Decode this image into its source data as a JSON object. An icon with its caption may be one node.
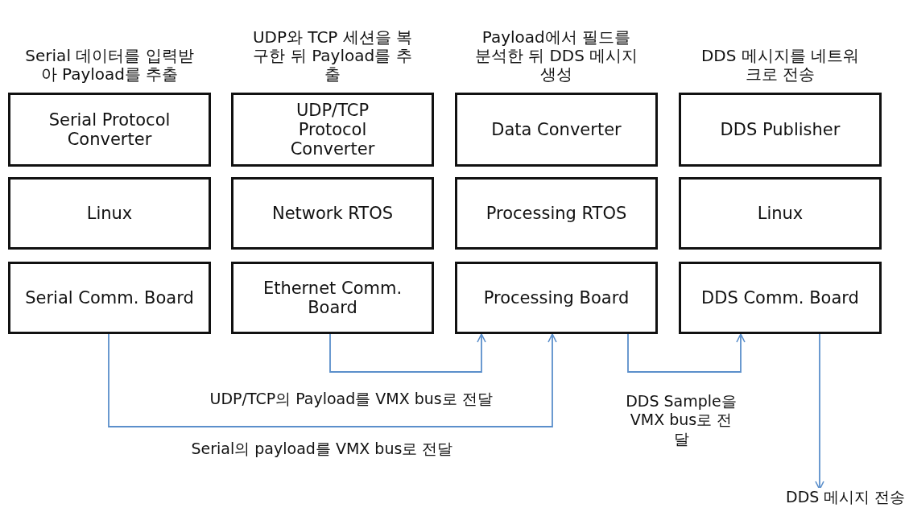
{
  "diagram": {
    "nodes": [
      {
        "text": [
          "Serial Protocol Converter"
        ]
      },
      {
        "text": [
          "UDP/TCP Protocol Converter"
        ]
      },
      {
        "text": [
          "Data Converter"
        ]
      },
      {
        "text": [
          "DDS Publisher"
        ]
      },
      {
        "text": [
          "Linux"
        ]
      },
      {
        "text": [
          "Network RTOS"
        ]
      },
      {
        "text": [
          "Processing RTOS"
        ]
      },
      {
        "text": [
          "Linux"
        ]
      },
      {
        "text": [
          "Serial Comm. Board"
        ]
      },
      {
        "text": [
          "Ethernet Comm. Board"
        ]
      },
      {
        "text": [
          "Processing Board"
        ]
      },
      {
        "text": [
          "DDS Comm. Board"
        ]
      }
    ],
    "edges": [
      {
        "from": 8,
        "to": 10,
        "arrow": "to",
        "label": "Serial의 payload를 VMX bus로 전달"
      },
      {
        "from": 9,
        "to": 10,
        "arrow": "to",
        "label": "UDP/TCP의 Payload를 VMX bus로 전달"
      },
      {
        "from": 10,
        "to": 11,
        "arrow": "to",
        "label": "DDS Sample을 VMX bus로 전달"
      },
      {
        "from": 11,
        "to": null,
        "arrow": "to",
        "label": "DDS 메시지 전송"
      }
    ],
    "labels": [
      "Serial 데이터를 입력받아 Payload를 추출",
      "UDP와 TCP 세션을 복구한 뒤 Payload를 추출",
      "Payload에서 필드를 분석한 뒤 DDS 메시지 생성",
      "DDS 메시지를 네트워크로 전송"
    ]
  }
}
